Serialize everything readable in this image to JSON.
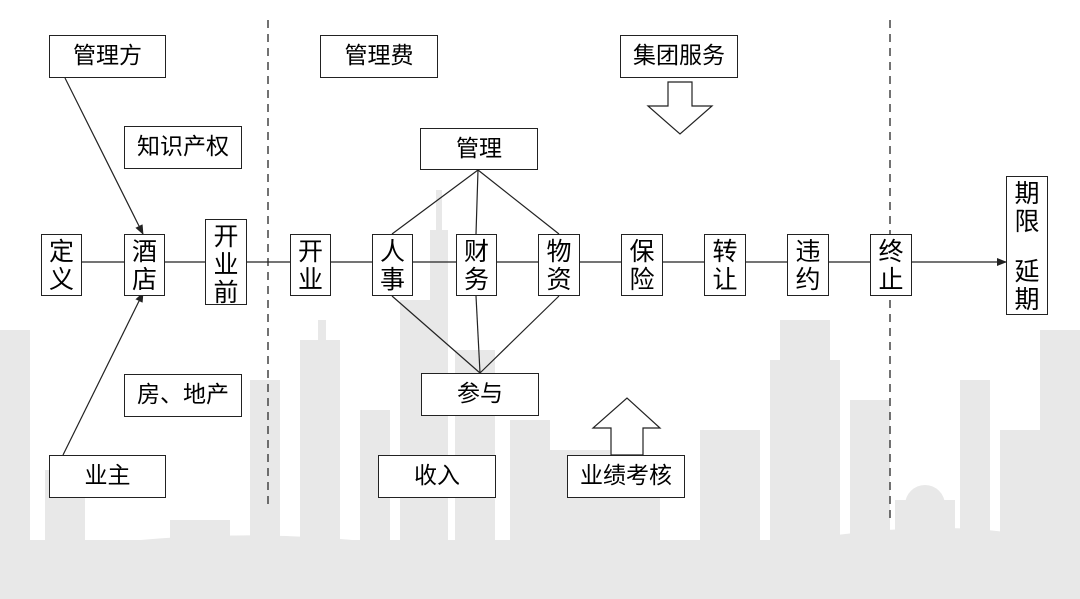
{
  "labels": {
    "management_party": "管理方",
    "intellectual_property": "知识产权",
    "real_estate": "房、地产",
    "owner": "业主",
    "management_fee": "管理费",
    "income": "收入",
    "group_services": "集团服务",
    "performance_review": "业绩考核",
    "management": "管理",
    "participation": "参与"
  },
  "flow": {
    "definition": [
      "定",
      "义"
    ],
    "hotel": [
      "酒",
      "店"
    ],
    "pre_opening": [
      "开",
      "业",
      "前"
    ],
    "opening": [
      "开",
      "业"
    ],
    "personnel": [
      "人",
      "事"
    ],
    "finance": [
      "财",
      "务"
    ],
    "materials": [
      "物",
      "资"
    ],
    "insurance": [
      "保",
      "险"
    ],
    "transfer": [
      "转",
      "让"
    ],
    "breach": [
      "违",
      "约"
    ],
    "termination": [
      "终",
      "止"
    ],
    "term_extension": [
      "期",
      "限",
      "",
      "延",
      "期"
    ]
  },
  "colors": {
    "line": "#222222",
    "skyline": "#e6e6e6",
    "dash": "#444444"
  }
}
